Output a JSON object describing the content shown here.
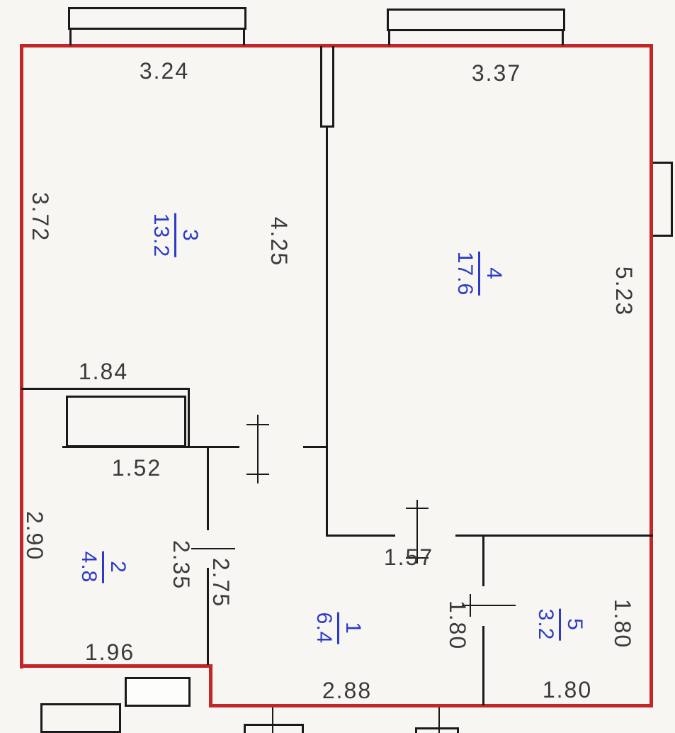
{
  "floor_plan": {
    "rooms": [
      {
        "number": "1",
        "area": "6.4"
      },
      {
        "number": "2",
        "area": "4.8"
      },
      {
        "number": "3",
        "area": "13.2"
      },
      {
        "number": "4",
        "area": "17.6"
      },
      {
        "number": "5",
        "area": "3.2"
      }
    ],
    "dimensions": {
      "room3_width": "3.24",
      "room4_width": "3.37",
      "room3_left_height": "3.72",
      "room3_inner_height": "4.25",
      "room4_right_height": "5.23",
      "closet_width": "1.84",
      "room2_top_width": "1.52",
      "room2_left_height": "2.90",
      "room2_right_height": "2.35",
      "hall_left_height": "2.75",
      "hall_top_width": "1.57",
      "hall_right_height": "1.80",
      "room2_bottom_width": "1.96",
      "hall_bottom_width": "2.88",
      "room5_right_height": "1.80",
      "room5_bottom_width": "1.80"
    },
    "colors": {
      "outline": "#c32626",
      "wall": "#1a1a1a",
      "dimension_text": "#3a3a3a",
      "room_label": "#2b3bc7",
      "background": "#f7f6f2"
    }
  }
}
